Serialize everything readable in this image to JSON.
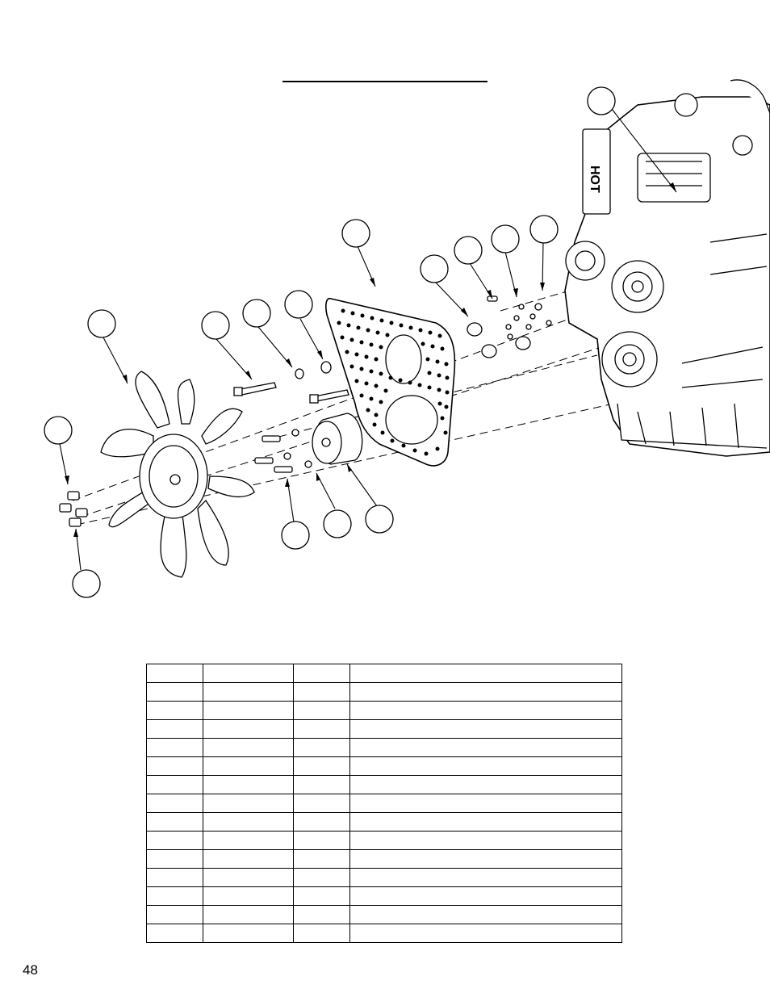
{
  "page": {
    "number": "48"
  },
  "engine": {
    "warning_label": "HOT"
  },
  "parts_table": {
    "rows": 15,
    "columns": 4
  }
}
